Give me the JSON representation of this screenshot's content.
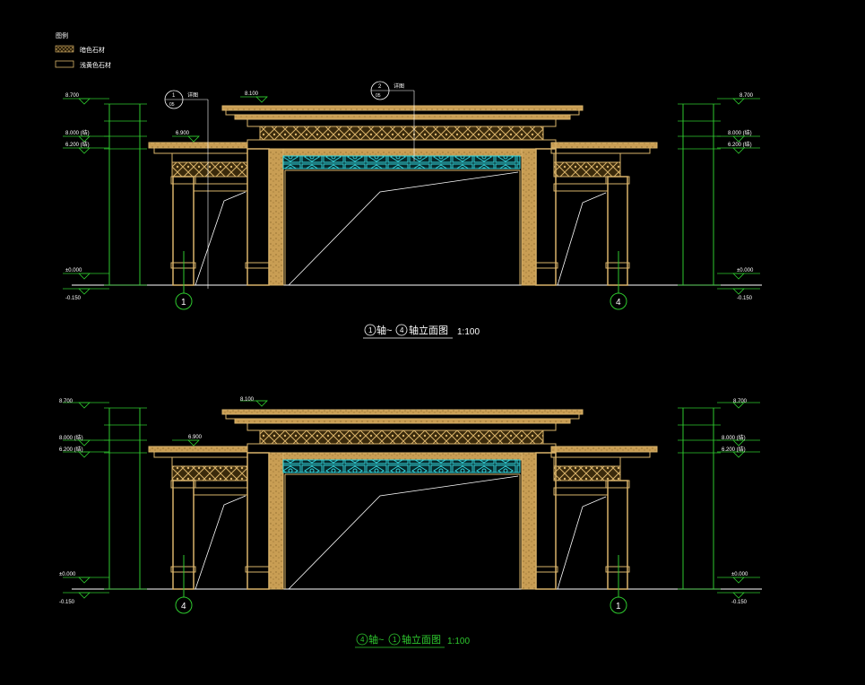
{
  "legend": {
    "title": "图例",
    "items": [
      {
        "label": "暗色石材",
        "pattern": "dotted"
      },
      {
        "label": "浅黄色石材",
        "pattern": "plain"
      }
    ]
  },
  "colors": {
    "background": "#000000",
    "stone": "#d9b36a",
    "stone_dark": "#b8924a",
    "lattice": "#34d2d9",
    "dimension": "#2ec82e",
    "text": "#ffffff",
    "axis": "#2ec82e"
  },
  "elevation_top": {
    "title_axis_a": "1",
    "title_mid": "轴~",
    "title_axis_b": "4",
    "title_tail": "轴立面图",
    "scale": "1:100",
    "axis_left": "1",
    "axis_right": "4",
    "callout_1": {
      "top": "1",
      "bottom": "05",
      "note": "详图"
    },
    "callout_2": {
      "top": "2",
      "bottom": "05",
      "note": "详图"
    },
    "levels_left": [
      "8.700",
      "8.000 (结)",
      "6.200 (结)",
      "±0.000",
      "-0.150"
    ],
    "level_inner": "6.900",
    "level_top": "8.100",
    "levels_right": [
      "8.700",
      "8.000 (结)",
      "6.200 (结)",
      "±0.000",
      "-0.150"
    ]
  },
  "elevation_bottom": {
    "title_axis_a": "4",
    "title_mid": "轴~",
    "title_axis_b": "1",
    "title_tail": "轴立面图",
    "scale": "1:100",
    "axis_left": "4",
    "axis_right": "1",
    "levels_left": [
      "8.700",
      "8.000 (结)",
      "6.200 (结)",
      "±0.000",
      "-0.150"
    ],
    "level_inner": "6.900",
    "level_top": "8.100",
    "levels_right": [
      "8.700",
      "8.000 (结)",
      "6.200 (结)",
      "±0.000",
      "-0.150"
    ]
  }
}
